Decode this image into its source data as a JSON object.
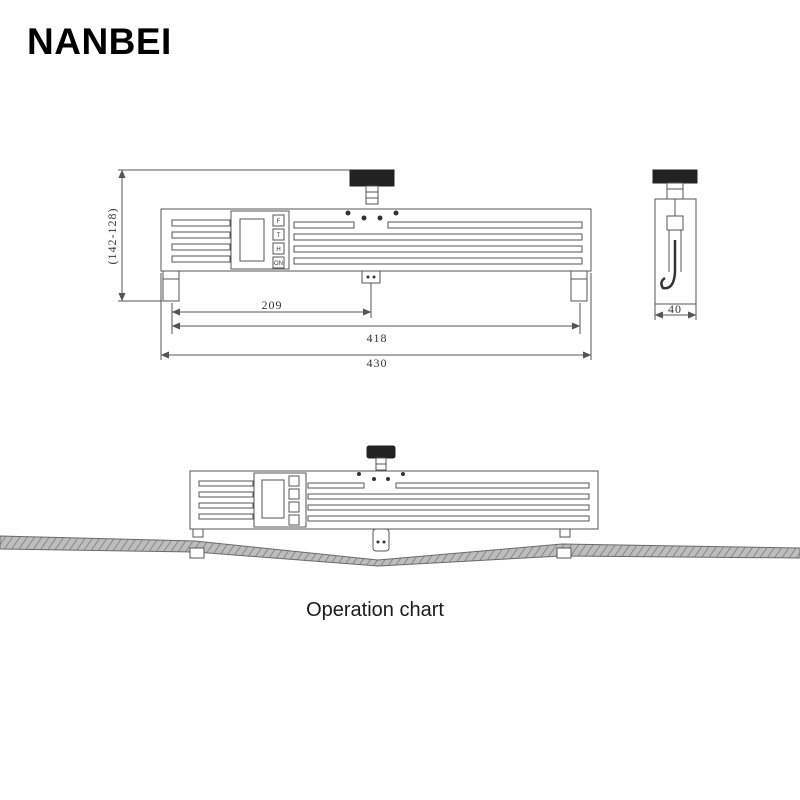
{
  "brand": {
    "name": "NANBEI"
  },
  "drawing": {
    "height_label": "(142-128)",
    "dim_center": "209",
    "dim_wheels": "418",
    "dim_total": "430",
    "dim_side": "40",
    "button_labels": [
      "F",
      "T",
      "H",
      "ON"
    ]
  },
  "caption": "Operation chart",
  "colors": {
    "line": "#555555",
    "dark": "#222222",
    "rope": "#9a9a9a"
  }
}
